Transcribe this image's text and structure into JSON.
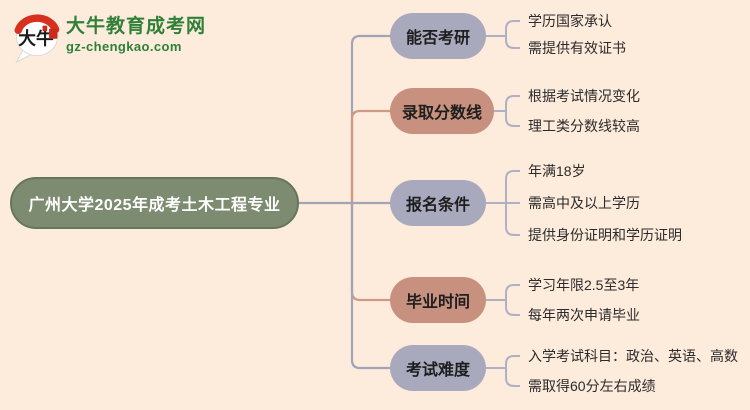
{
  "logo": {
    "bubble_text": "大牛",
    "title": "大牛教育成考网",
    "domain": "gz-chengkao.com",
    "green": "#2f8038",
    "red": "#d7301f"
  },
  "main_topic": {
    "label": "广州大学2025年成考土木工程专业",
    "fill": "#7d8b70",
    "border": "#67765a",
    "text_color": "#ffffff"
  },
  "colors": {
    "background": "#fdebdc",
    "node_gray": "#a9a9bd",
    "node_salmon": "#c8917f",
    "line_gray": "#a2a2b8",
    "line_salmon": "#cd9a83",
    "bracket": "#b0b0c4",
    "leaf_text": "#2b2b2b"
  },
  "branches": [
    {
      "label": "能否考研",
      "color": "gray",
      "children": [
        "学历国家承认",
        "需提供有效证书"
      ]
    },
    {
      "label": "录取分数线",
      "color": "salmon",
      "children": [
        "根据考试情况变化",
        "理工类分数线较高"
      ]
    },
    {
      "label": "报名条件",
      "color": "gray",
      "children": [
        "年满18岁",
        "需高中及以上学历",
        "提供身份证明和学历证明"
      ]
    },
    {
      "label": "毕业时间",
      "color": "salmon",
      "children": [
        "学习年限2.5至3年",
        "每年两次申请毕业"
      ]
    },
    {
      "label": "考试难度",
      "color": "gray",
      "children": [
        "入学考试科目：政治、英语、高数",
        "需取得60分左右成绩"
      ]
    }
  ]
}
